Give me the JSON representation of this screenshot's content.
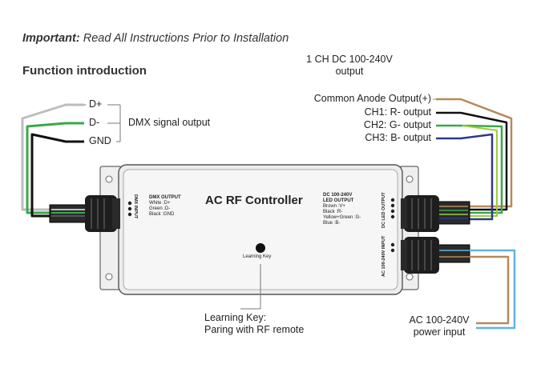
{
  "header": {
    "important_prefix": "Important:",
    "important_text": "Read All Instructions Prior to Installation",
    "section_title": "Function introduction"
  },
  "dmx": {
    "pin_dplus": "D+",
    "pin_dminus": "D-",
    "pin_gnd": "GND",
    "label": "DMX signal output",
    "side_label": "DMX INPUT",
    "panel_title": "DMX OUTPUT",
    "panel_lines": [
      "White :D+",
      "Green :D-",
      "Black :GND"
    ]
  },
  "controller": {
    "title": "AC RF Controller",
    "learning_key_small": "Learning Key"
  },
  "led_output": {
    "title_line1": "1 CH DC 100-240V",
    "title_line2": "output",
    "common_anode": "Common Anode Output(+)",
    "ch1": "CH1: R- output",
    "ch2": "CH2: G- output",
    "ch3": "CH3: B- output",
    "side_label": "DC LED OUTPUT",
    "panel_title_1": "DC 100-240V",
    "panel_title_2": "LED OUTPUT",
    "panel_lines": [
      "Brown :V+",
      "Black :R-",
      "Yellow+Green :G-",
      "Blue :B-"
    ]
  },
  "ac_input": {
    "side_label": "AC 100-240V INPUT",
    "label_line1": "AC 100-240V",
    "label_line2": "power input"
  },
  "learning_key": {
    "line1": "Learning Key:",
    "line2": "Paring with RF remote"
  },
  "colors": {
    "brown": "#b8895a",
    "black": "#111111",
    "green": "#3aa84a",
    "lime": "#9ccc3c",
    "blue": "#2d3a8c",
    "light_blue": "#5fb4e0",
    "grey": "#bdbdbd",
    "casing": "#e6e6e6",
    "outline": "#555555"
  }
}
